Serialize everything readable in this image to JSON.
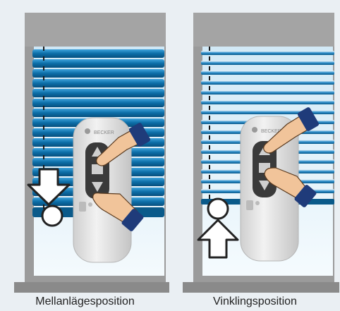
{
  "brand": {
    "remote_logo": "BECKER"
  },
  "colors": {
    "background": "#eaeff3",
    "slat_dark": "#0a6fa8",
    "slat_light": "#6ec0ea",
    "frame_gray": "#9a9a9a",
    "window_glass": "#e6f3fa",
    "remote_body": "#e9e9e9",
    "skin": "#f1c49a"
  },
  "panels": [
    {
      "id": "intermediate",
      "caption": "Mellanlägesposition",
      "arrow_direction": "down",
      "pressed_buttons": [
        "stop",
        "down"
      ],
      "slat_state": "closed"
    },
    {
      "id": "tilt",
      "caption": "Vinklingsposition",
      "arrow_direction": "up",
      "pressed_buttons": [
        "up",
        "stop"
      ],
      "slat_state": "tilted-open"
    }
  ],
  "icons": [
    "down-arrow-icon",
    "up-arrow-icon",
    "circle-marker-icon",
    "hand-icon",
    "remote-control-icon",
    "blind-icon"
  ]
}
